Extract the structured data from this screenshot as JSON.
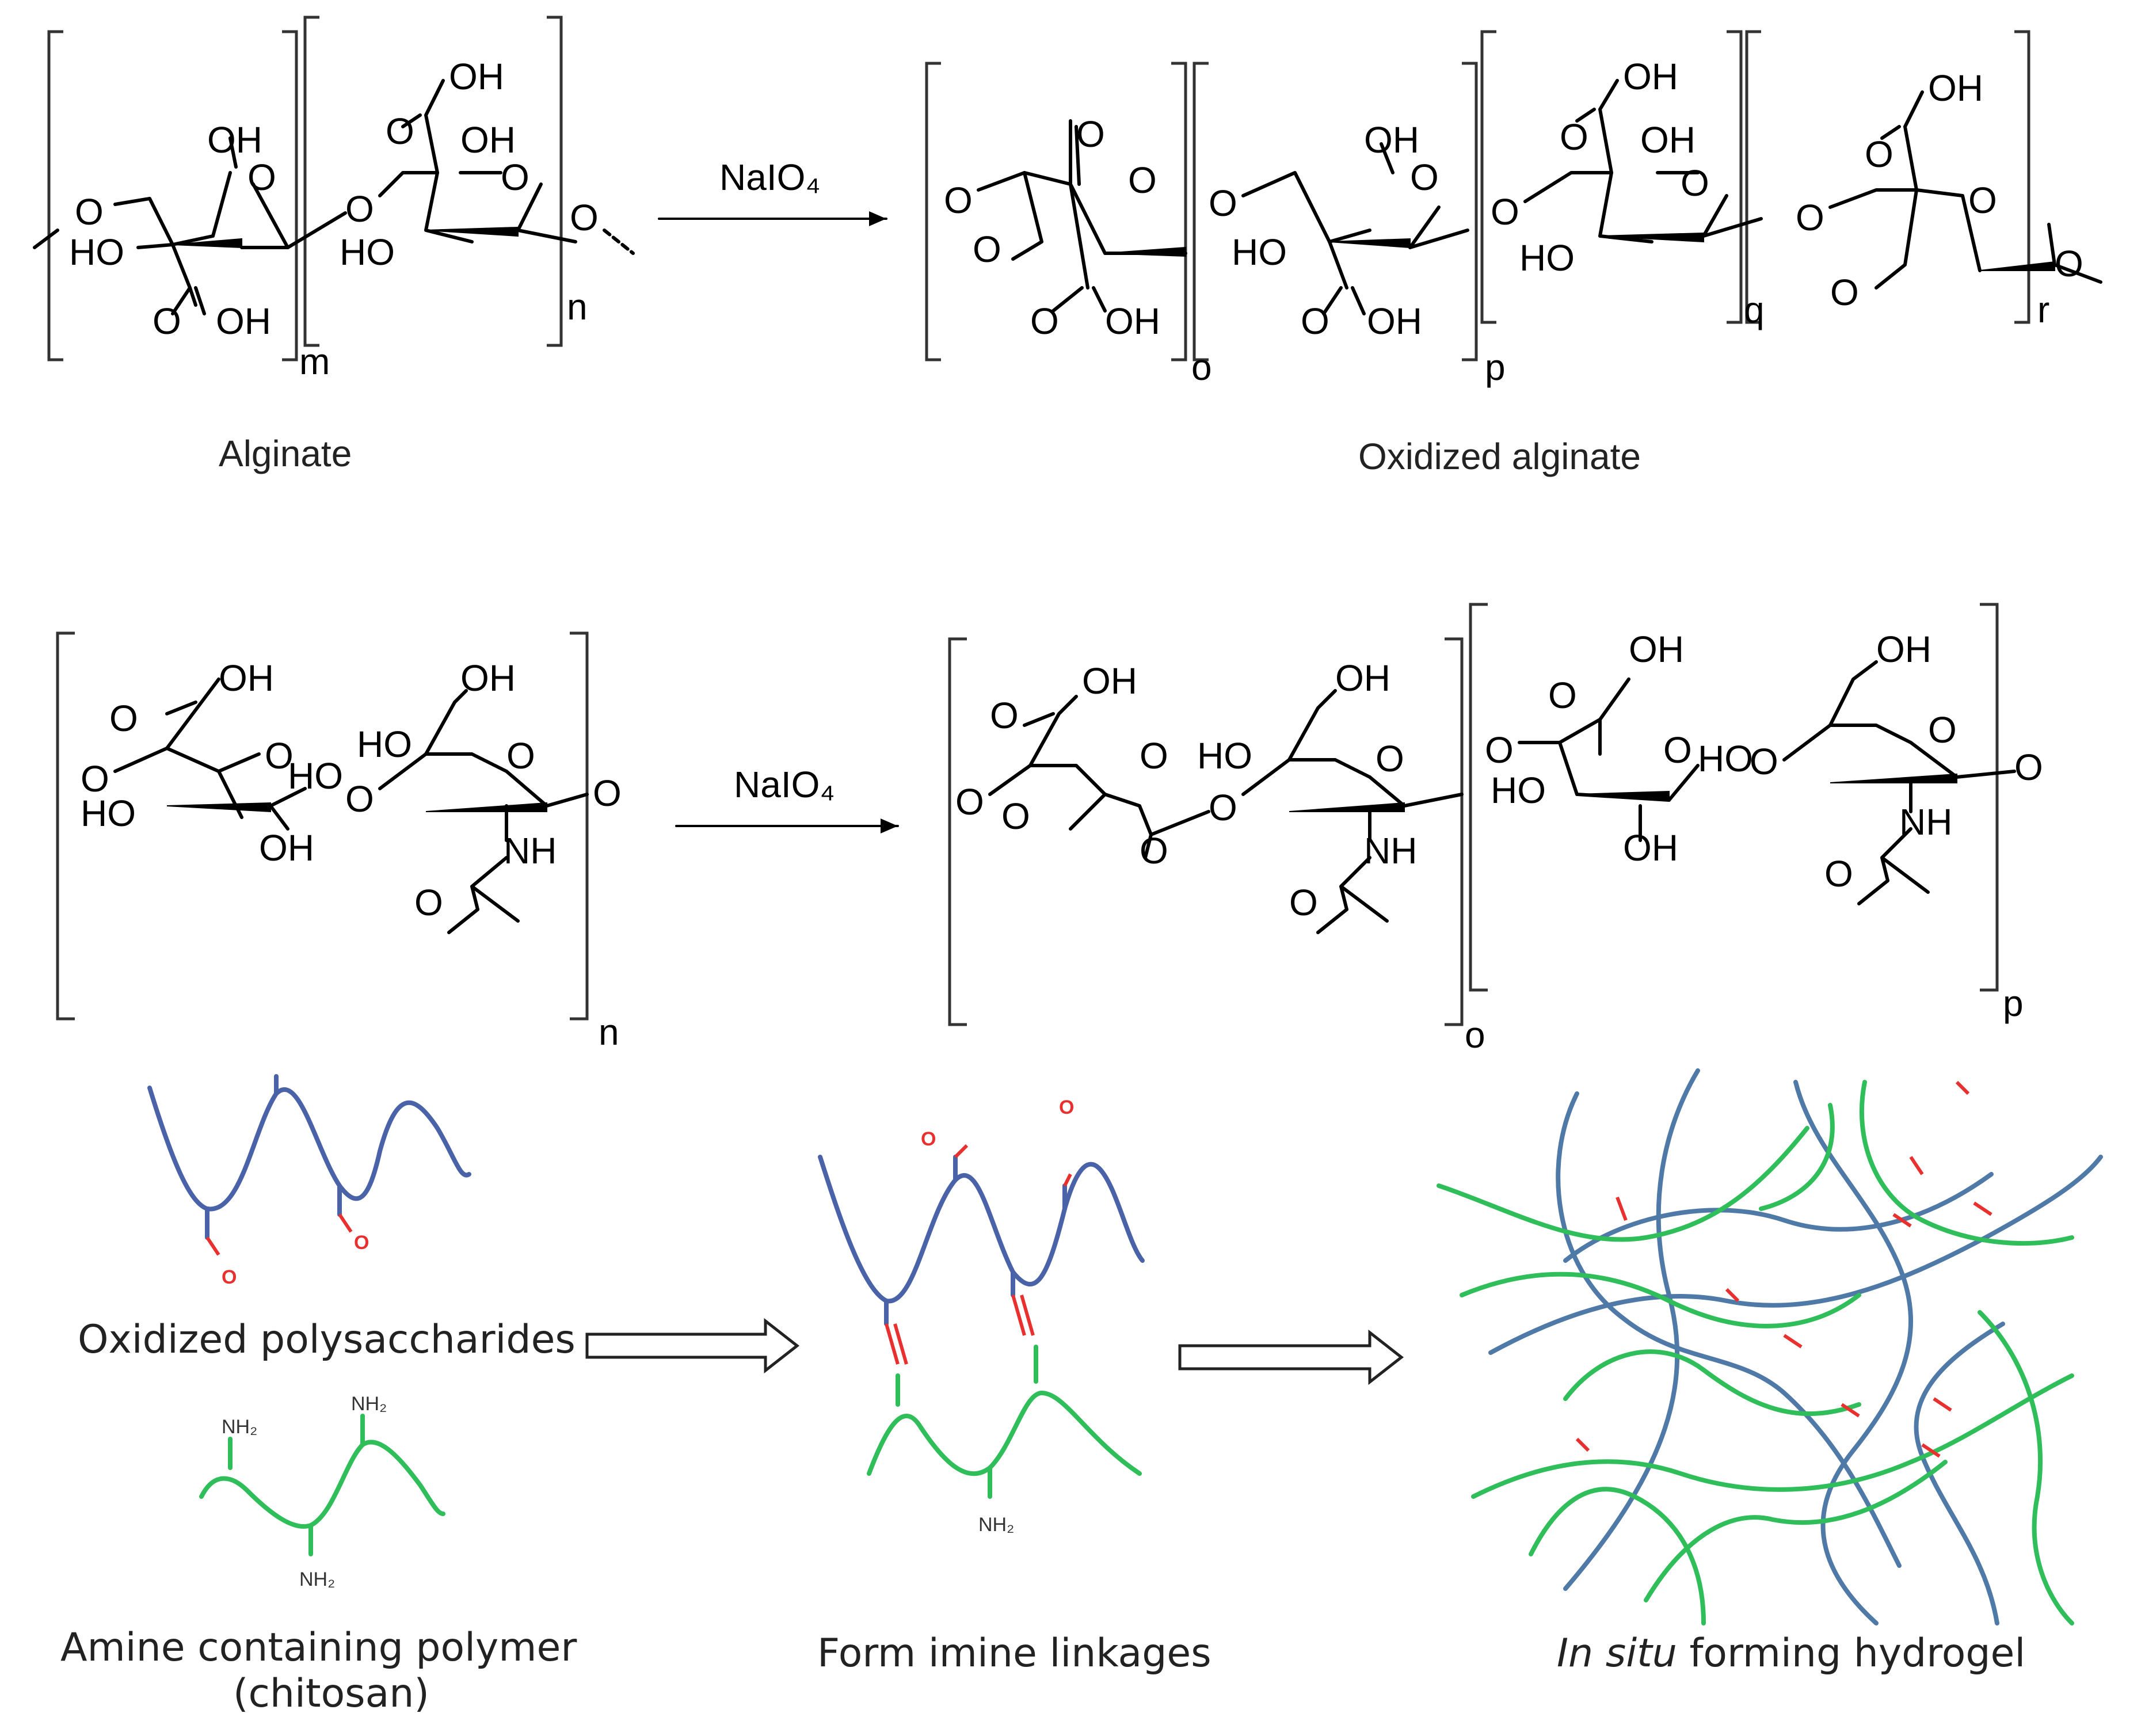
{
  "reagents": {
    "alginate_oxidation": "NaIO₄",
    "hyaluronan_oxidation": "NaIO₄"
  },
  "labels": {
    "alginate": "Alginate",
    "oxidized_alginate": "Oxidized alginate"
  },
  "atoms": {
    "OH": "OH",
    "HO": "HO",
    "O": "O",
    "NH": "NH",
    "NH2": "NH₂"
  },
  "repeat_subscripts": {
    "m": "m",
    "n": "n",
    "o": "o",
    "p": "p",
    "q": "q",
    "r": "r"
  },
  "scheme_steps": {
    "oxidized_polysaccharides": "Oxidized polysaccharides",
    "amine_polymer_line1": "Amine containing polymer",
    "amine_polymer_line2": "(chitosan)",
    "imine_linkages": "Form imine linkages",
    "hydrogel_italic": "In situ",
    "hydrogel_rest": " forming hydrogel"
  },
  "colors": {
    "oxidized_chain": "#4a63a8",
    "amine_chain": "#2fbe5a",
    "reactive_group": "#e8302f"
  }
}
